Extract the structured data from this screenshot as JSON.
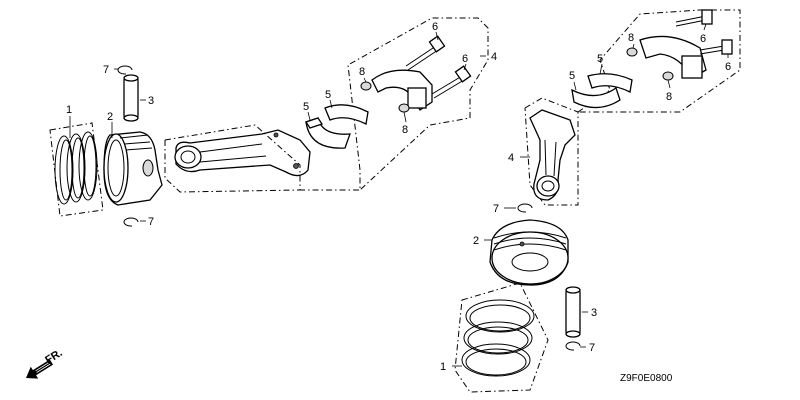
{
  "diagram_code": "Z9F0E0800",
  "arrow_label": "FR.",
  "callouts": {
    "piston_ring_set": "1",
    "piston": "2",
    "piston_pin": "3",
    "connecting_rod": "4",
    "rod_bearing": "5",
    "rod_bolt": "6",
    "pin_clip": "7",
    "dowel_pin": "8"
  }
}
